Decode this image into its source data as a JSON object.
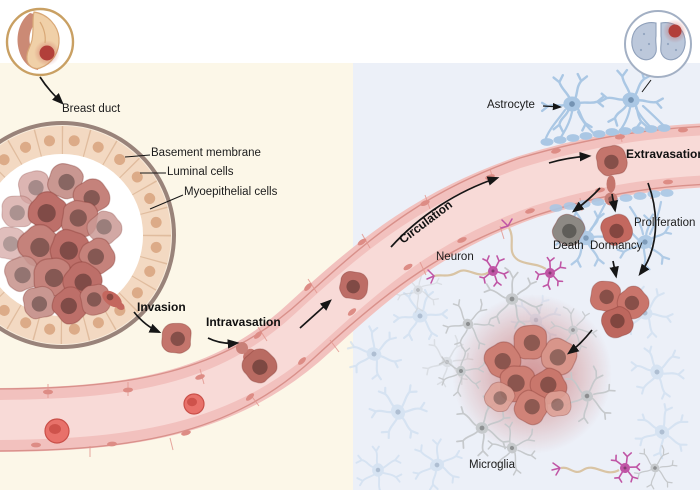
{
  "figure": {
    "description_labels": {
      "breast_duct": "Breast duct",
      "basement_membrane": "Basement membrane",
      "luminal_cells": "Luminal cells",
      "myoepithelial_cells": "Myoepithelial cells",
      "astrocyte": "Astrocyte",
      "neuron": "Neuron",
      "microglia": "Microglia"
    },
    "process_labels": {
      "invasion": "Invasion",
      "intravasation": "Intravasation",
      "circulation": "Circulation",
      "extravasation": "Extravasation",
      "death": "Death",
      "dormancy": "Dormancy",
      "proliferation": "Proliferation"
    },
    "icons": {
      "breast_inset": "breast-with-tumor-icon",
      "brain_inset": "brain-with-tumor-icon"
    },
    "colors": {
      "left_panel_bg": "#fcf7e8",
      "right_panel_bg": "#ecf0f8",
      "vessel_wall": "#f2c1be",
      "vessel_lumen": "#f8dad7",
      "vessel_outline": "#d9918b",
      "tumor_cell": "#c5827b",
      "tumor_nucleus": "#a34a48",
      "luminal_cell": "#f3d9c2",
      "membrane_brown": "#99837a",
      "astrocyte_blue": "#aac7e4",
      "microglia_gray": "#c4c7ca",
      "neuron_magenta": "#c055a5",
      "axon_tan": "#d9c4a4",
      "death_cell_gray": "#8d8984",
      "rbc_red": "#e2655c",
      "tumor_glow": "#c0504b"
    }
  }
}
